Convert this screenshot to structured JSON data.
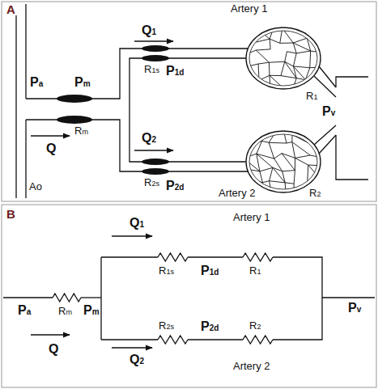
{
  "diagram": {
    "labels": [
      "A",
      "Artery 1",
      "Q1",
      "Pa",
      "Pm",
      "R1s",
      "P1d",
      "R1",
      "Pv",
      "Rm",
      "Q2",
      "Q",
      "R2s",
      "P2d",
      "Ao",
      "Artery 2",
      "R2",
      "B",
      "Artery 1",
      "Q1",
      "R1s",
      "P1d",
      "R1",
      "Pa",
      "Pm",
      "Pv",
      "Rm",
      "R2s",
      "P2d",
      "R2",
      "Q",
      "Q2",
      "Artery 2"
    ]
  }
}
